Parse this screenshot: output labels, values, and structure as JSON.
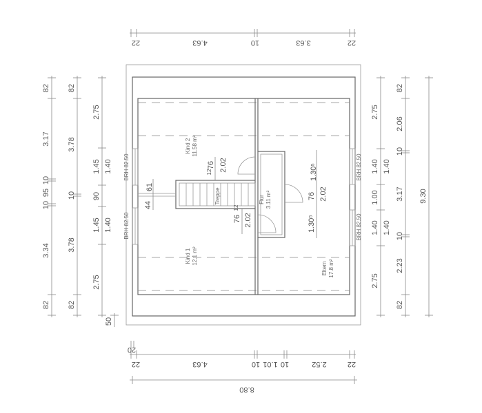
{
  "plan": {
    "rooms": [
      {
        "name": "Kind 2",
        "area": "11.58 m²"
      },
      {
        "name": "Treppe"
      },
      {
        "name": "Flur",
        "area": "3.11 m²"
      },
      {
        "name": "Kind 1",
        "area": "12.1 m²"
      },
      {
        "name": "Eltern",
        "area": "17.8 m²"
      }
    ],
    "window_label": "BRH 82.50",
    "interior_dims": {
      "stair_wall": [
        "44",
        "61"
      ],
      "kind2_door": [
        "12",
        "76",
        "2.02"
      ],
      "kind1_door": [
        "76",
        "12",
        "2.02"
      ],
      "eltern": [
        "1.30⁵",
        "76",
        "2.02",
        "1.30⁵"
      ]
    }
  },
  "dimensions": {
    "top": [
      "22",
      "4.63",
      "10",
      "3.63",
      "22"
    ],
    "bottom_inner": [
      "20",
      "22",
      "4.63",
      "10",
      "1.01",
      "10",
      "2.52",
      "22"
    ],
    "bottom_total": "8.80",
    "left_outer": [
      "82",
      "3.17",
      "10",
      "95",
      "10",
      "3.34",
      "82"
    ],
    "left_middle": [
      "82",
      "3.78",
      "10",
      "3.78",
      "82"
    ],
    "left_inner": [
      "2.75",
      "1.45",
      "1.40",
      "90",
      "1.45",
      "1.40",
      "2.75",
      "50"
    ],
    "right_inner": [
      "2.75",
      "1.40",
      "1.40",
      "1.00",
      "1.40",
      "1.40",
      "2.75"
    ],
    "right_middle": [
      "82",
      "2.06",
      "10",
      "3.17",
      "10",
      "2.23",
      "82"
    ],
    "right_total": "9.30"
  }
}
